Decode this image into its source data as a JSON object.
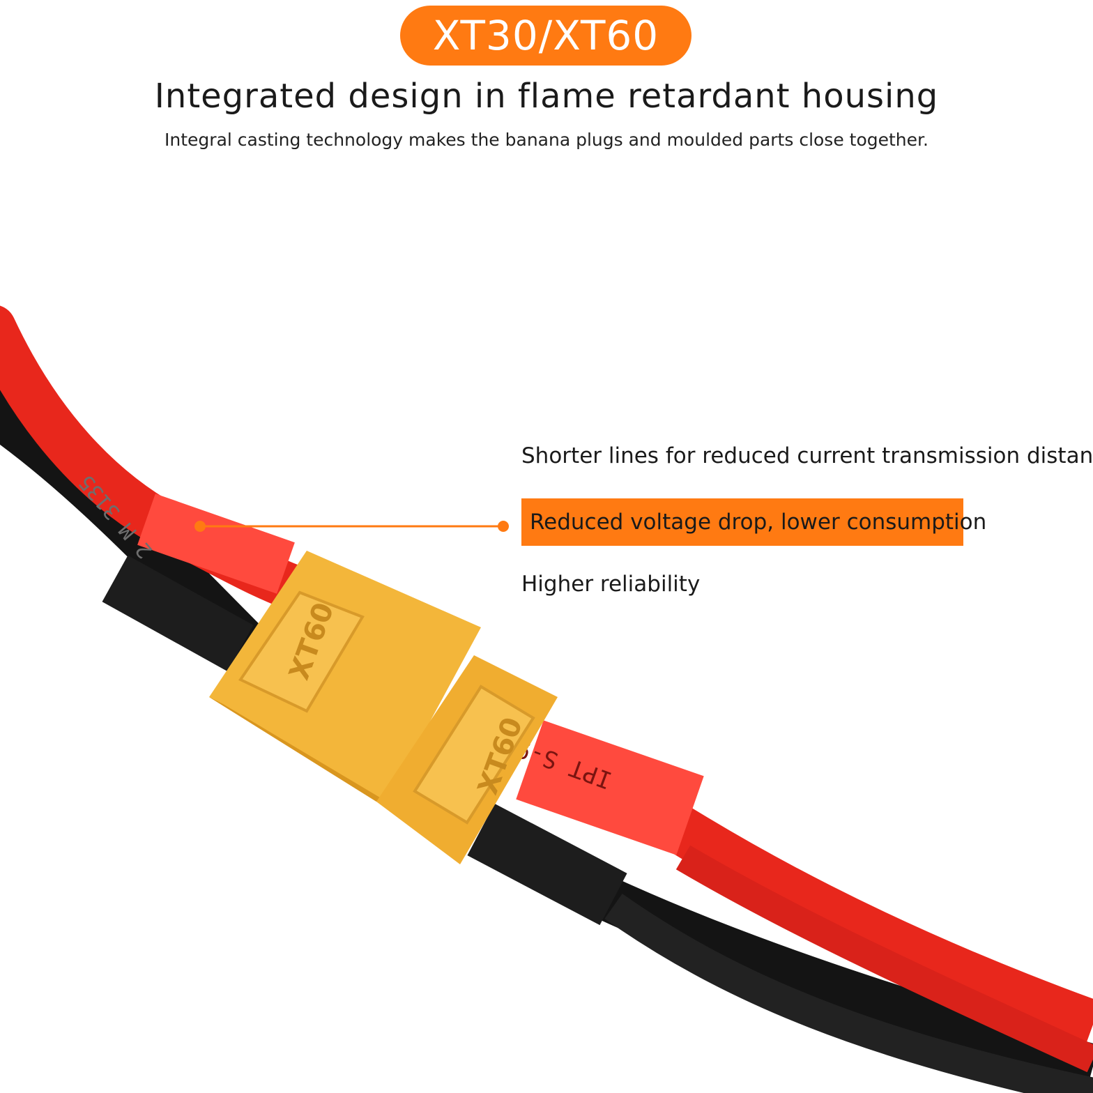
{
  "header": {
    "badge_label": "XT30/XT60",
    "headline": "Integrated design in flame retardant housing",
    "subline": "Integral casting technology makes the banana plugs and moulded parts close together."
  },
  "features": [
    "Shorter lines for reduced current transmission distances",
    "Reduced voltage drop, lower consumption",
    "Higher reliability"
  ],
  "product": {
    "connector_marking": "XT60",
    "wire_marking_left": "2 M 3135",
    "wire_marking_right": "IPT S-904"
  },
  "colors": {
    "accent": "#ff7a12",
    "red_wire": "#e8271c",
    "black_wire": "#141414",
    "connector": "#f3b63a"
  }
}
